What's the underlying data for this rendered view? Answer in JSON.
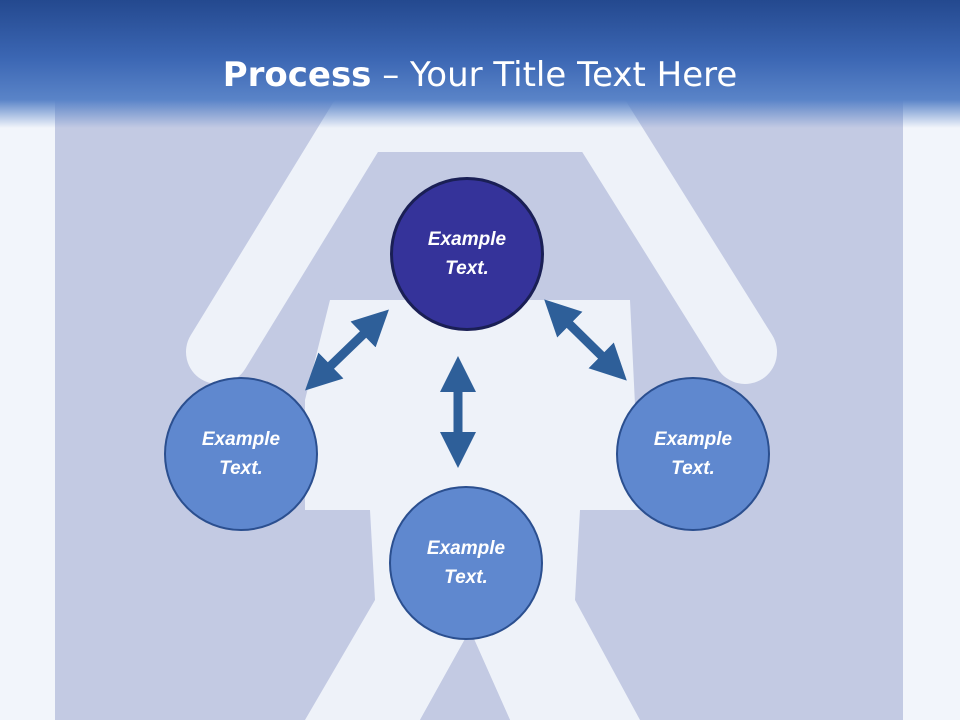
{
  "slide": {
    "title_bold": "Process",
    "title_rest": " – Your Title Text Here"
  },
  "diagram": {
    "nodes": {
      "top": "Example\nText.",
      "left": "Example\nText.",
      "bottom": "Example\nText.",
      "right": "Example\nText."
    },
    "colors": {
      "primary_node": "#35339a",
      "secondary_node": "#5f88cf",
      "arrow": "#2e5f99",
      "header": "#3b66b3"
    },
    "arrows": [
      "top-left double arrow",
      "center vertical double arrow",
      "top-right double arrow"
    ]
  }
}
